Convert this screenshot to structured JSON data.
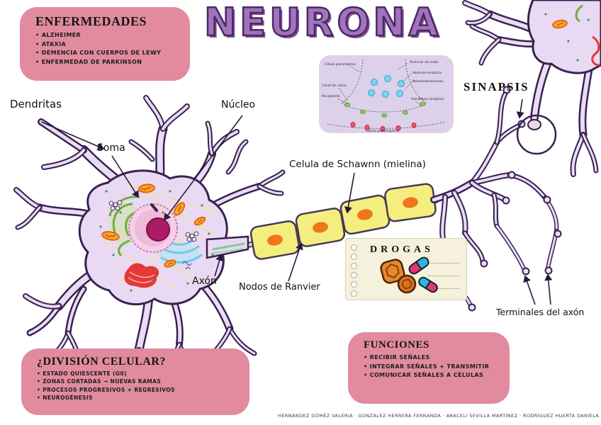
{
  "title": "NEURONA",
  "boxes": {
    "enfermedades": {
      "title": "ENFERMEDADES",
      "items": [
        "ALZHEIMER",
        "ATAXIA",
        "DEMENCIA CON CUERPOS DE LEWY",
        "ENFERMEDAD DE PARKINSON"
      ]
    },
    "division": {
      "title": "¿DIVISIÓN CELULAR?",
      "items": [
        "ESTADO QUIESCENTE (G0)",
        "ZONAS CORTADAS → NUEVAS RAMAS",
        "PROCESOS PROGRESIVOS + REGRESIVOS",
        "NEUROGÉNESIS"
      ]
    },
    "funciones": {
      "title": "FUNCIONES",
      "items": [
        "RECIBIR SEÑALES",
        "INTEGRAR SEÑALES + TRANSMITIR",
        "COMUNICAR SEÑALES A CÉLULAS"
      ]
    },
    "drogas": {
      "title": "DROGAS"
    }
  },
  "labels": {
    "dendritas": "Dendritas",
    "soma": "Soma",
    "nucleo": "Núcleo",
    "schwann": "Celula de Schawnn (mielina)",
    "axon": "Axón",
    "ranvier": "Nodos de Ranvier",
    "sinapsis": "SINAPSIS",
    "terminales": "Terminales del axón"
  },
  "synapse_inset": {
    "labels": [
      "Célula presináptica",
      "Terminal del axón",
      "Vesícula sináptica",
      "Neurotransmisores",
      "Canal de calcio",
      "Receptores",
      "Hendidura sináptica",
      "Célula postsináptica"
    ]
  },
  "credits": "HERNÁNDEZ GÓMEZ VALERIA · GONZÁLEZ HERRERA FERNANDA · ARACELI SEVILLA MARTÍNEZ · RODRÍGUEZ HUERTA DANIELA",
  "colors": {
    "pink_box": "#e28b9e",
    "title_purple": "#a273bd",
    "title_outline": "#4a2a63",
    "neuron_fill": "#e8ddf4",
    "neuron_stroke": "#3a2150",
    "myelin_yellow": "#f4ee7e",
    "myelin_nucleus": "#f0761c",
    "inset_bg": "#dcd0eb",
    "drogas_bg": "#f6f1dc"
  }
}
